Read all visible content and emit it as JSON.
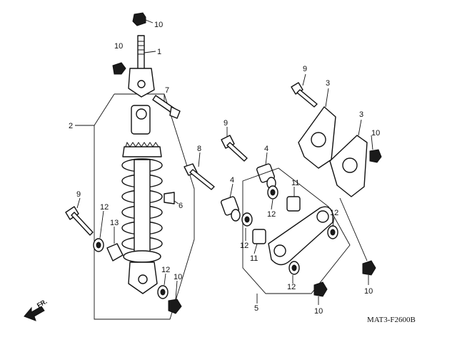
{
  "diagram_code": "MAT3-F2600B",
  "direction_label": "FR.",
  "callouts": {
    "c10_top": "10",
    "c1": "1",
    "c10_left_top": "10",
    "c7": "7",
    "c2": "2",
    "c9_left": "9",
    "c12_left": "12",
    "c13": "13",
    "c6": "6",
    "c12_bottom": "12",
    "c10_bottom_left": "10",
    "c8": "8",
    "c9_mid": "9",
    "c4_upper": "4",
    "c4_lower": "4",
    "c11_upper": "11",
    "c12_mid_a": "12",
    "c12_mid_b": "12",
    "c11_lower": "11",
    "c12_right": "12",
    "c12_lower_right": "12",
    "c5": "5",
    "c9_right": "9",
    "c3_a": "3",
    "c3_b": "3",
    "c10_right": "10",
    "c10_right_low": "10",
    "c10_bottom_right": "10"
  }
}
